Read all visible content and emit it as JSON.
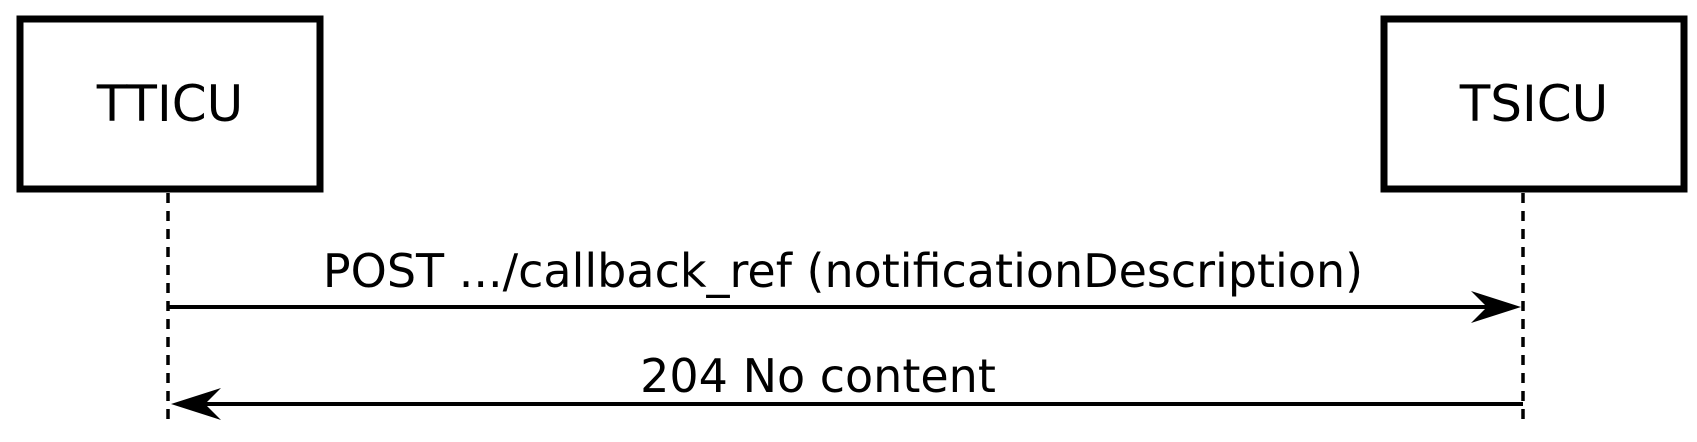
{
  "participants": [
    {
      "id": "ttiicu",
      "label": "TTICU"
    },
    {
      "id": "tsicu",
      "label": "TSICU"
    }
  ],
  "messages": [
    {
      "from": "TTICU",
      "to": "TSICU",
      "label": "POST .../callback_ref (notificationDescription)"
    },
    {
      "from": "TSICU",
      "to": "TTICU",
      "label": "204 No content"
    }
  ],
  "colors": {
    "stroke": "#000000",
    "background": "#ffffff"
  }
}
